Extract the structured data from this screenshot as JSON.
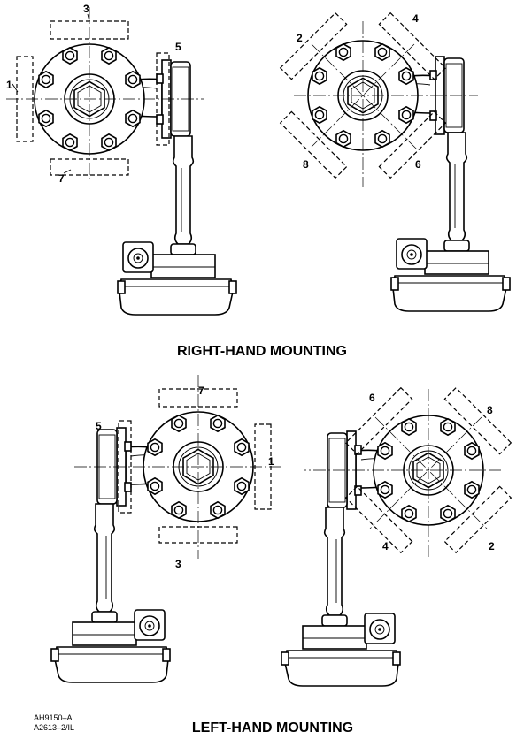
{
  "captions": {
    "right_hand": "RIGHT-HAND MOUNTING",
    "left_hand": "LEFT-HAND MOUNTING"
  },
  "codes": {
    "line1": "AH9150–A",
    "line2": "A2613–2/IL"
  },
  "figures": {
    "rh_orthogonal": {
      "labels": {
        "p1": "1",
        "p3": "3",
        "p5": "5",
        "p7": "7"
      }
    },
    "rh_diagonal": {
      "labels": {
        "p2": "2",
        "p4": "4",
        "p6": "6",
        "p8": "8"
      }
    },
    "lh_orthogonal": {
      "labels": {
        "p1": "1",
        "p3": "3",
        "p5": "5",
        "p7": "7"
      }
    },
    "lh_diagonal": {
      "labels": {
        "p2": "2",
        "p4": "4",
        "p6": "6",
        "p8": "8"
      }
    }
  }
}
